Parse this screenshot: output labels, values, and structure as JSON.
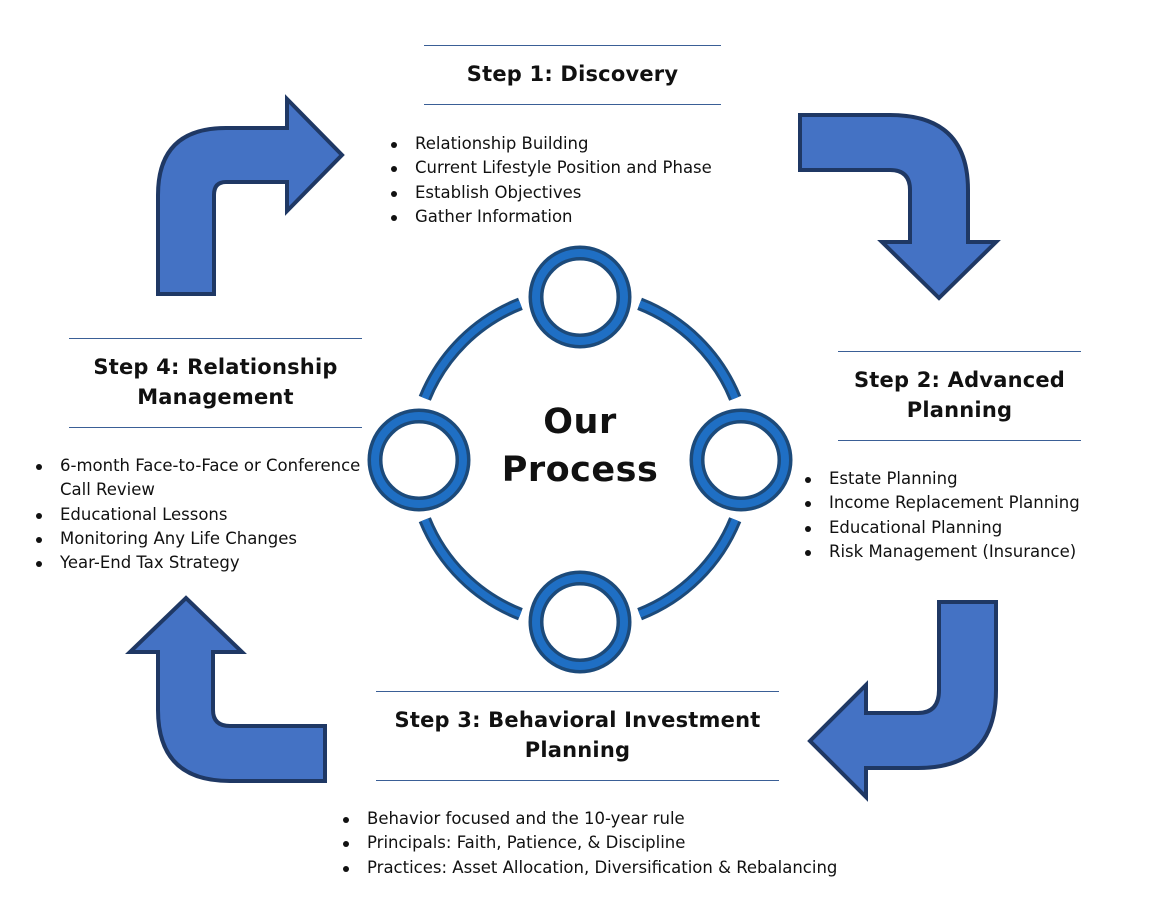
{
  "center": {
    "line1": "Our",
    "line2": "Process"
  },
  "step1": {
    "title": "Step 1: Discovery",
    "items": [
      "Relationship Building",
      "Current Lifestyle Position and Phase",
      "Establish Objectives",
      "Gather Information"
    ]
  },
  "step2": {
    "title_line1": "Step 2: Advanced",
    "title_line2": "Planning",
    "items": [
      "Estate Planning",
      "Income Replacement Planning",
      "Educational Planning",
      "Risk Management (Insurance)"
    ]
  },
  "step3": {
    "title_line1": "Step 3: Behavioral Investment",
    "title_line2": "Planning",
    "items": [
      "Behavior focused and the 10-year rule",
      "Principals: Faith, Patience, & Discipline",
      "Practices: Asset Allocation, Diversification & Rebalancing"
    ]
  },
  "step4": {
    "title_line1": "Step 4: Relationship",
    "title_line2": "Management",
    "items_item0_line1": "6-month Face-to-Face or Conference",
    "items_item0_line2": "Call Review",
    "items": [
      "6-month Face-to-Face or Conference Call Review",
      "Educational Lessons",
      "Monitoring Any Life Changes",
      "Year-End Tax Strategy"
    ]
  },
  "colors": {
    "arrow_fill": "#4472c4",
    "arrow_stroke": "#1f3864",
    "ring_blue": "#1f6fc4",
    "ring_dark": "#1c4a7a",
    "rule": "#3a5f96"
  },
  "icons": {
    "arrows": [
      "curved-arrow-right-icon",
      "curved-arrow-down-icon",
      "curved-arrow-left-icon",
      "curved-arrow-up-icon"
    ],
    "nodes": [
      "ring-node-icon"
    ]
  }
}
